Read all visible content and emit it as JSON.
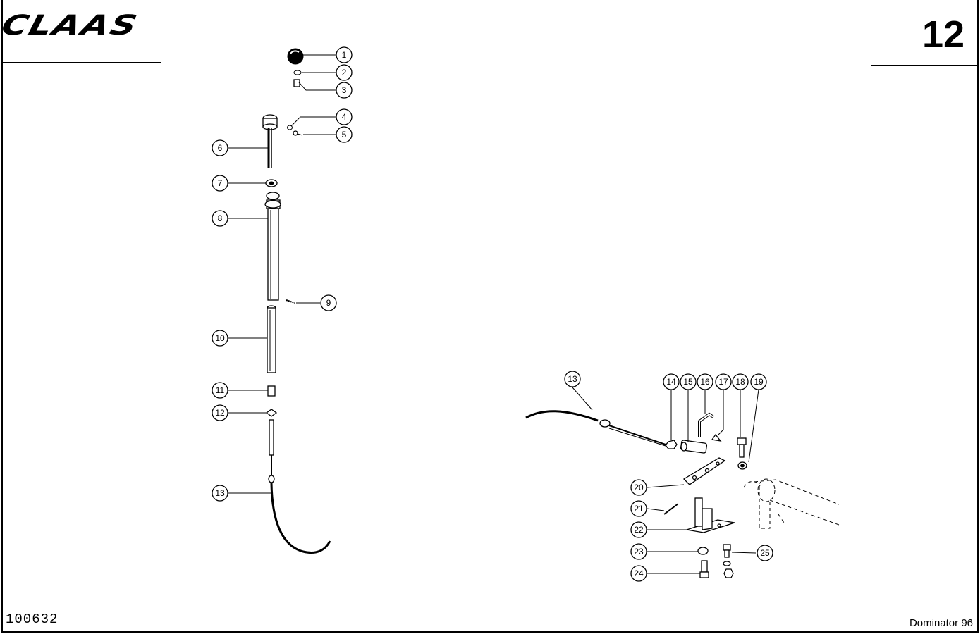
{
  "header": {
    "brand": "CLAAS",
    "page_number": "12"
  },
  "footer": {
    "drawing_number": "100632",
    "model": "Dominator 96"
  },
  "callouts_left": [
    "1",
    "2",
    "3",
    "4",
    "5",
    "6",
    "7",
    "8",
    "9",
    "10",
    "11",
    "12",
    "13"
  ],
  "callouts_right": [
    "13",
    "14",
    "15",
    "16",
    "17",
    "18",
    "19",
    "20",
    "21",
    "22",
    "23",
    "24",
    "25"
  ]
}
